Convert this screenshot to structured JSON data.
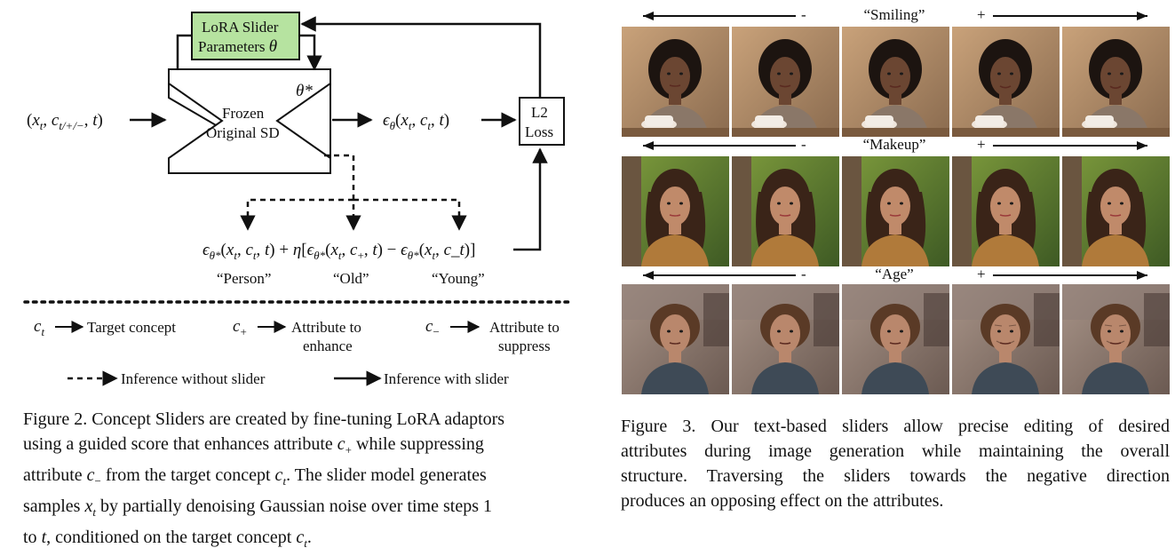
{
  "fig2": {
    "lora_line1": "LoRA Slider",
    "lora_line2": "Parameters",
    "lora_theta": "θ",
    "theta_star": "θ*",
    "frozen_line1": "Frozen",
    "frozen_line2": "Original SD",
    "l2_line1": "L2",
    "l2_line2": "Loss",
    "input_expr": "(x",
    "output_expr": "ϵ",
    "label_person": "“Person”",
    "label_old": "“Old”",
    "label_young": "“Young”",
    "legend": {
      "ct_text": "Target concept",
      "cplus_text_1": "Attribute to",
      "cplus_text_2": "enhance",
      "cminus_text_1": "Attribute to",
      "cminus_text_2": "suppress",
      "dashed_text": "Inference without slider",
      "solid_text": "Inference with slider"
    }
  },
  "fig2_caption": {
    "line1": "Figure 2. Concept Sliders are created by fine-tuning LoRA adaptors",
    "line2a": "using a guided score that enhances attribute ",
    "line2b": " while suppressing",
    "line3a": "attribute ",
    "line3b": " from the target concept ",
    "line3c": ". The slider model generates",
    "line4a": "samples ",
    "line4b": " by partially denoising Gaussian noise over time steps 1",
    "line5a": "to ",
    "line5b": ", conditioned on the target concept ",
    "line5c": "."
  },
  "fig3": {
    "rows": [
      {
        "label": "“Smiling”",
        "minus": "-",
        "plus": "+"
      },
      {
        "label": "“Makeup”",
        "minus": "-",
        "plus": "+"
      },
      {
        "label": "“Age”",
        "minus": "-",
        "plus": "+"
      }
    ]
  },
  "fig3_caption": {
    "line1": "Figure 3. Our text-based sliders allow precise editing of desired",
    "line2": "attributes during image generation while maintaining the overall",
    "line3": "structure.  Traversing the sliders towards the negative direction",
    "line4": "produces an opposing effect on the attributes."
  },
  "colors": {
    "lora_fill": "#b6e3a0",
    "ink": "#111111"
  }
}
